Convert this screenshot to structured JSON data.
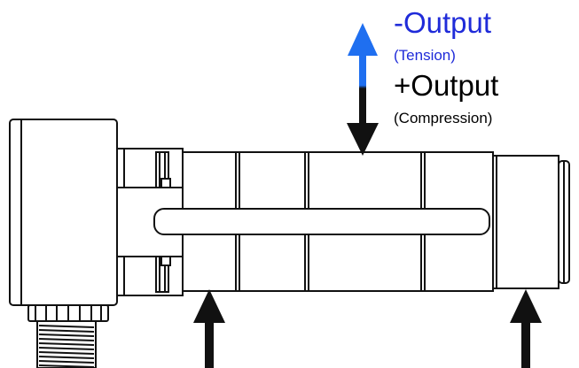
{
  "labels": {
    "negative_output": "-Output",
    "tension": "(Tension)",
    "positive_output": "+Output",
    "compression": "(Compression)"
  },
  "colors": {
    "negative": "#1f2bd9",
    "positive": "#000000",
    "tension_arrow": "#1f6ff0",
    "compression_arrow": "#111111",
    "outline": "#111111",
    "fill": "#ffffff"
  }
}
